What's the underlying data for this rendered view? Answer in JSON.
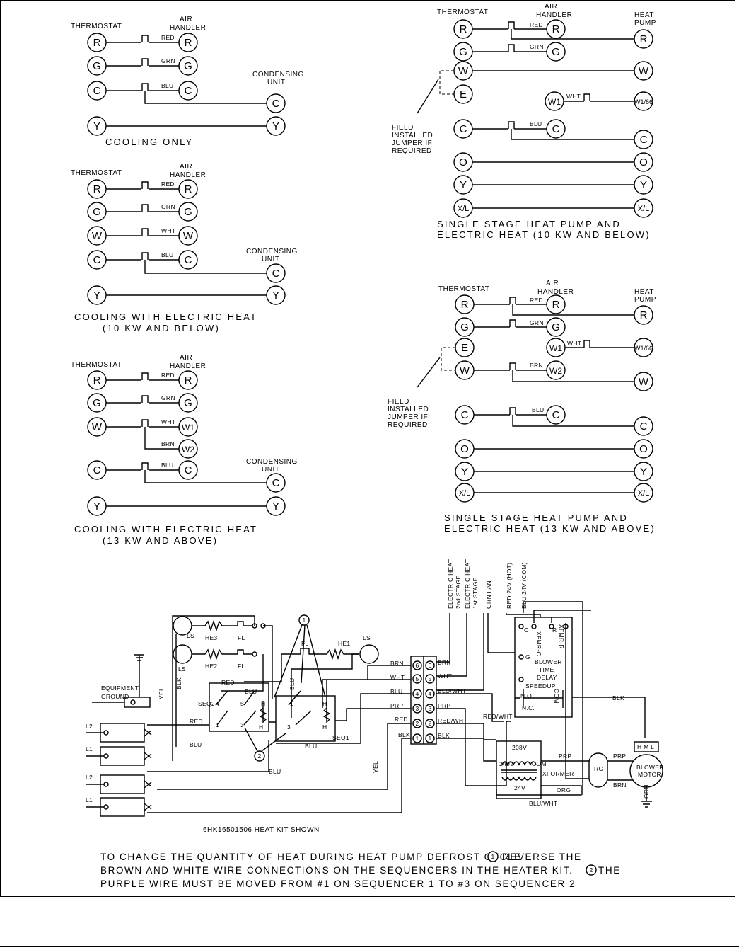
{
  "wires": {
    "red": "RED",
    "grn": "GRN",
    "blu": "BLU",
    "wht": "WHT",
    "brn": "BRN",
    "prp": "PRP",
    "yel": "YEL",
    "blk": "BLK",
    "org": "ORG",
    "red_wht": "RED/WHT",
    "blu_wht": "BLU/WHT"
  },
  "labels": {
    "thermostat": "THERMOSTAT",
    "air": "AIR",
    "handler": "HANDLER",
    "condensing": "CONDENSING",
    "unit": "UNIT",
    "heat": "HEAT",
    "pump": "PUMP",
    "field": "FIELD",
    "installed": "INSTALLED",
    "jumper": "JUMPER IF",
    "required": "REQUIRED"
  },
  "terminals": {
    "r": "R",
    "g": "G",
    "c": "C",
    "y": "Y",
    "w": "W",
    "e": "E",
    "o": "O",
    "xl": "X/L",
    "w1": "W1",
    "w2": "W2",
    "w166": "W1/66"
  },
  "captions": {
    "cooling_only": "COOLING ONLY",
    "cooling_eh_10_1": "COOLING WITH ELECTRIC HEAT",
    "cooling_eh_10_2": "(10 KW AND BELOW)",
    "cooling_eh_13_1": "COOLING WITH ELECTRIC HEAT",
    "cooling_eh_13_2": "(13 KW AND ABOVE)",
    "hp_10_1": "SINGLE STAGE HEAT PUMP AND",
    "hp_10_2": "ELECTRIC HEAT (10 KW AND BELOW)",
    "hp_13_1": "SINGLE STAGE HEAT PUMP AND",
    "hp_13_2": "ELECTRIC HEAT (13 KW AND ABOVE)"
  },
  "schematic": {
    "top_labels": [
      "ELECTRIC HEAT",
      "2nd STAGE",
      "ELECTRIC HEAT",
      "1st STAGE",
      "GRN FAN",
      "RED 24V (HOT)",
      "BLU 24V (COM)"
    ],
    "components": {
      "ls": "LS",
      "he3": "HE3",
      "he2": "HE2",
      "he1": "HE1",
      "fl": "FL",
      "seq1": "SEQ1",
      "seq2": "SEQ2",
      "equipment": "EQUIPMENT",
      "ground": "GROUND",
      "l1": "L1",
      "l2": "L2",
      "blower": "BLOWER",
      "time": "TIME",
      "delay": "DELAY",
      "speedup": "SPEEDUP",
      "no": "N.O.",
      "nc": "N.C.",
      "com": "COM",
      "xfmr_c": "XFMR-C",
      "xfmr_r": "XFMR-R",
      "xformer": "XFORMER",
      "v208": "208V",
      "v240": "240V",
      "v24": "24V",
      "rc": "RC",
      "blower_motor_1": "BLOWER",
      "blower_motor_2": "MOTOR",
      "hml": "H M L",
      "grn": "GRN",
      "h": "H",
      "c": "C",
      "r": "R",
      "g": "G"
    },
    "strip": [
      "6",
      "5",
      "4",
      "3",
      "2",
      "1"
    ],
    "marker1": "1",
    "marker2": "2",
    "kit": "6HK16501506 HEAT KIT SHOWN"
  },
  "note": {
    "line1": "TO CHANGE THE QUANTITY OF HEAT DURING HEAT PUMP DEFROST CYCLE",
    "line1b": "REVERSE THE",
    "line2": "BROWN AND WHITE WIRE CONNECTIONS ON THE SEQUENCERS IN THE HEATER KIT.",
    "line2b": "THE",
    "line3": "PURPLE WIRE MUST BE MOVED FROM #1 ON SEQUENCER 1 TO #3 ON SEQUENCER 2"
  }
}
